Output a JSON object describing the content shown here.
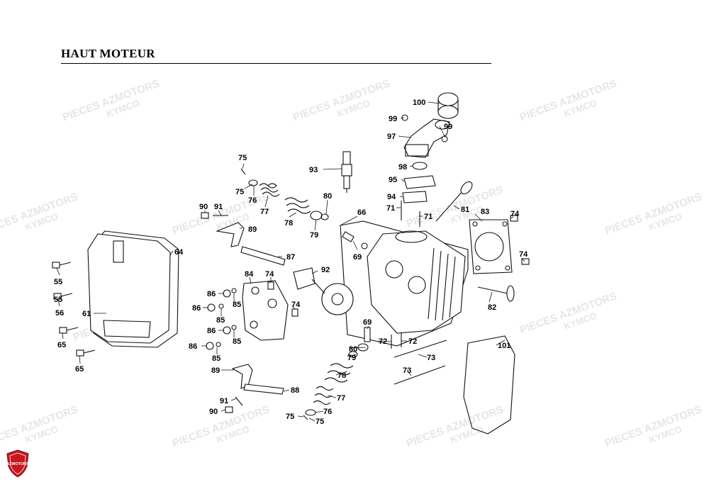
{
  "page": {
    "title": "HAUT MOTEUR",
    "watermark_lines": [
      "PIECES AZMOTORS",
      "KYMCO"
    ],
    "logo_text": "AZMOTORS"
  },
  "colors": {
    "ink": "#111111",
    "watermark": "#e6e6e6",
    "logo_red": "#c8171e"
  },
  "callouts": [
    {
      "id": "c100",
      "label": "100"
    },
    {
      "id": "c99a",
      "label": "99"
    },
    {
      "id": "c99b",
      "label": "99"
    },
    {
      "id": "c97",
      "label": "97"
    },
    {
      "id": "c93",
      "label": "93"
    },
    {
      "id": "c98",
      "label": "98"
    },
    {
      "id": "c95",
      "label": "95"
    },
    {
      "id": "c94",
      "label": "94"
    },
    {
      "id": "c71a",
      "label": "71"
    },
    {
      "id": "c71b",
      "label": "71"
    },
    {
      "id": "c81",
      "label": "81"
    },
    {
      "id": "c83",
      "label": "83"
    },
    {
      "id": "c74a",
      "label": "74"
    },
    {
      "id": "c74b",
      "label": "74"
    },
    {
      "id": "c75a",
      "label": "75"
    },
    {
      "id": "c75b",
      "label": "75"
    },
    {
      "id": "c76a",
      "label": "76"
    },
    {
      "id": "c77a",
      "label": "77"
    },
    {
      "id": "c78a",
      "label": "78"
    },
    {
      "id": "c79a",
      "label": "79"
    },
    {
      "id": "c80a",
      "label": "80"
    },
    {
      "id": "c66",
      "label": "66"
    },
    {
      "id": "c69a",
      "label": "69"
    },
    {
      "id": "c90a",
      "label": "90"
    },
    {
      "id": "c91a",
      "label": "91"
    },
    {
      "id": "c89a",
      "label": "89"
    },
    {
      "id": "c87",
      "label": "87"
    },
    {
      "id": "c92",
      "label": "92"
    },
    {
      "id": "c64",
      "label": "64"
    },
    {
      "id": "c55a",
      "label": "55"
    },
    {
      "id": "c55b",
      "label": "55"
    },
    {
      "id": "c56",
      "label": "56"
    },
    {
      "id": "c61",
      "label": "61"
    },
    {
      "id": "c65a",
      "label": "65"
    },
    {
      "id": "c65b",
      "label": "65"
    },
    {
      "id": "c84",
      "label": "84"
    },
    {
      "id": "c74c",
      "label": "74"
    },
    {
      "id": "c74d",
      "label": "74"
    },
    {
      "id": "c86a",
      "label": "86"
    },
    {
      "id": "c85a",
      "label": "85"
    },
    {
      "id": "c86b",
      "label": "86"
    },
    {
      "id": "c85b",
      "label": "85"
    },
    {
      "id": "c86c",
      "label": "86"
    },
    {
      "id": "c85c",
      "label": "85"
    },
    {
      "id": "c86d",
      "label": "86"
    },
    {
      "id": "c85d",
      "label": "85"
    },
    {
      "id": "c89b",
      "label": "89"
    },
    {
      "id": "c82",
      "label": "82"
    },
    {
      "id": "c69b",
      "label": "69"
    },
    {
      "id": "c72a",
      "label": "72"
    },
    {
      "id": "c72b",
      "label": "72"
    },
    {
      "id": "c80b",
      "label": "80"
    },
    {
      "id": "c79b",
      "label": "79"
    },
    {
      "id": "c73a",
      "label": "73"
    },
    {
      "id": "c73b",
      "label": "73"
    },
    {
      "id": "c101",
      "label": "101"
    },
    {
      "id": "c78b",
      "label": "78"
    },
    {
      "id": "c77b",
      "label": "77"
    },
    {
      "id": "c76b",
      "label": "76"
    },
    {
      "id": "c75c",
      "label": "75"
    },
    {
      "id": "c75d",
      "label": "75"
    },
    {
      "id": "c88",
      "label": "88"
    },
    {
      "id": "c91b",
      "label": "91"
    },
    {
      "id": "c90b",
      "label": "90"
    }
  ]
}
